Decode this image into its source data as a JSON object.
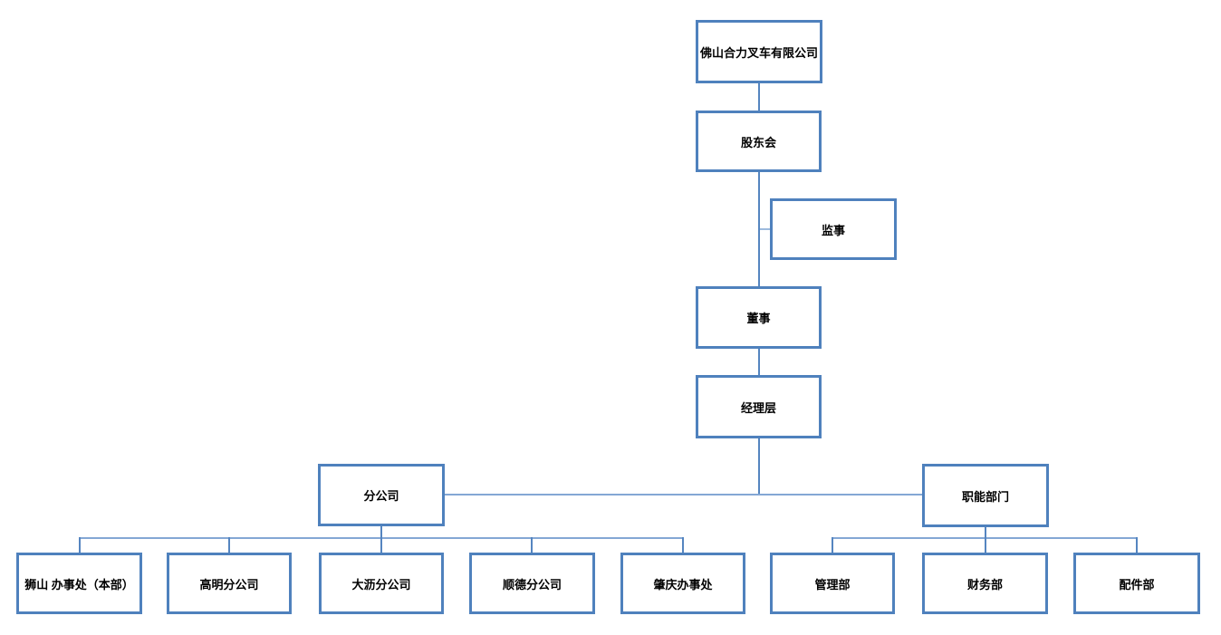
{
  "diagram": {
    "type": "org-chart",
    "background": "#ffffff",
    "colors": {
      "box_border": "#4f81bd",
      "box_fill": "#ffffff",
      "line_vertical": "#5585c0",
      "line_horizontal": "#84a7d4",
      "line_light_connector": "#9dbade",
      "text": "#000000"
    },
    "nodes": {
      "company": {
        "label": "佛山合力叉车有限公司",
        "parent": null
      },
      "shareholders": {
        "label": "股东会",
        "parent": "company"
      },
      "supervisor": {
        "label": "监事",
        "parent": "shareholders",
        "attachment": "side"
      },
      "director": {
        "label": "董事",
        "parent": "shareholders"
      },
      "management": {
        "label": "经理层",
        "parent": "director"
      },
      "branch": {
        "label": "分公司",
        "parent": "management"
      },
      "functional": {
        "label": "职能部门",
        "parent": "management"
      },
      "shishan": {
        "label": "狮山 办事处（本部）",
        "parent": "branch"
      },
      "gaoming": {
        "label": "高明分公司",
        "parent": "branch"
      },
      "dali": {
        "label": "大沥分公司",
        "parent": "branch"
      },
      "shunde": {
        "label": "顺德分公司",
        "parent": "branch"
      },
      "zhaoqing": {
        "label": "肇庆办事处",
        "parent": "branch"
      },
      "guanlibu": {
        "label": "管理部",
        "parent": "functional"
      },
      "caiwubu": {
        "label": "财务部",
        "parent": "functional"
      },
      "peijianbu": {
        "label": "配件部",
        "parent": "functional"
      }
    }
  }
}
